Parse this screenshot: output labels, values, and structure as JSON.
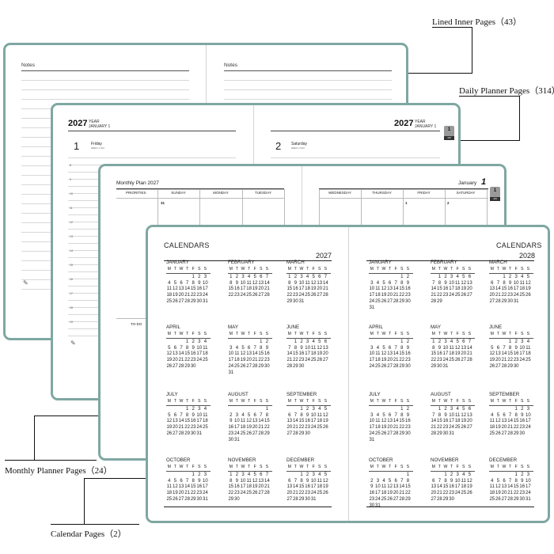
{
  "callouts": {
    "lined_inner": "Lined Inner Pages（43）",
    "daily_planner": "Daily Planner Pages（314）",
    "monthly_planner": "Monthly Planner Pages（24）",
    "calendar": "Calendar Pages（2）"
  },
  "notes_book": {
    "left_title": "Notes",
    "right_title": "Notes"
  },
  "daily_book": {
    "left": {
      "year": "2027",
      "year_word": "YEAR",
      "month_day": "JANUARY  1",
      "day_num": "1",
      "day_name": "Friday",
      "day_sub": "WEEK 1   1 DAY"
    },
    "right": {
      "year": "2027",
      "year_word": "YEAR",
      "month_day": "JANUARY  1",
      "day_num": "2",
      "day_name": "Saturday",
      "day_sub": "WEEK 1   2 DAY"
    },
    "hours": [
      "8",
      "9",
      "10",
      "11",
      "12",
      "13",
      "14",
      "15",
      "16",
      "17",
      "18",
      "19",
      "20"
    ],
    "tab": {
      "num": "1",
      "mon": "JAN"
    }
  },
  "monthly_book": {
    "title": "Monthly Plan 2027",
    "month": "January",
    "month_num": "1",
    "priorities": "PRIORITIES",
    "todo": "TO-DO",
    "left_days": [
      "SUNDAY",
      "MONDAY",
      "TUESDAY"
    ],
    "right_days": [
      "WEDNESDAY",
      "THURSDAY",
      "FRIDAY",
      "SATURDAY"
    ],
    "first_num": "31",
    "right_nums": [
      "",
      "",
      "1",
      "2"
    ],
    "tab": {
      "num": "1",
      "mon": "JAN"
    }
  },
  "calendar_book": {
    "dow": [
      "M",
      "T",
      "W",
      "T",
      "F",
      "S",
      "S"
    ],
    "left": {
      "title": "CALENDARS",
      "year": "2027",
      "months": [
        {
          "name": "JANUARY",
          "days": [
            "",
            "",
            "",
            "",
            "1",
            "2",
            "3",
            "4",
            "5",
            "6",
            "7",
            "8",
            "9",
            "10",
            "11",
            "12",
            "13",
            "14",
            "15",
            "16",
            "17",
            "18",
            "19",
            "20",
            "21",
            "22",
            "23",
            "24",
            "25",
            "26",
            "27",
            "28",
            "29",
            "30",
            "31"
          ]
        },
        {
          "name": "FEBRUARY",
          "days": [
            "1",
            "2",
            "3",
            "4",
            "5",
            "6",
            "7",
            "8",
            "9",
            "10",
            "11",
            "12",
            "13",
            "14",
            "15",
            "16",
            "17",
            "18",
            "19",
            "20",
            "21",
            "22",
            "23",
            "24",
            "25",
            "26",
            "27",
            "28"
          ]
        },
        {
          "name": "MARCH",
          "days": [
            "1",
            "2",
            "3",
            "4",
            "5",
            "6",
            "7",
            "8",
            "9",
            "10",
            "11",
            "12",
            "13",
            "14",
            "15",
            "16",
            "17",
            "18",
            "19",
            "20",
            "21",
            "22",
            "23",
            "24",
            "25",
            "26",
            "27",
            "28",
            "29",
            "30",
            "31"
          ]
        },
        {
          "name": "APRIL",
          "days": [
            "",
            "",
            "",
            "1",
            "2",
            "3",
            "4",
            "5",
            "6",
            "7",
            "8",
            "9",
            "10",
            "11",
            "12",
            "13",
            "14",
            "15",
            "16",
            "17",
            "18",
            "19",
            "20",
            "21",
            "22",
            "23",
            "24",
            "25",
            "26",
            "27",
            "28",
            "29",
            "30"
          ]
        },
        {
          "name": "MAY",
          "days": [
            "",
            "",
            "",
            "",
            "",
            "1",
            "2",
            "3",
            "4",
            "5",
            "6",
            "7",
            "8",
            "9",
            "10",
            "11",
            "12",
            "13",
            "14",
            "15",
            "16",
            "17",
            "18",
            "19",
            "20",
            "21",
            "22",
            "23",
            "24",
            "25",
            "26",
            "27",
            "28",
            "29",
            "30",
            "31"
          ]
        },
        {
          "name": "JUNE",
          "days": [
            "",
            "1",
            "2",
            "3",
            "4",
            "5",
            "6",
            "7",
            "8",
            "9",
            "10",
            "11",
            "12",
            "13",
            "14",
            "15",
            "16",
            "17",
            "18",
            "19",
            "20",
            "21",
            "22",
            "23",
            "24",
            "25",
            "26",
            "27",
            "28",
            "29",
            "30"
          ]
        },
        {
          "name": "JULY",
          "days": [
            "",
            "",
            "",
            "1",
            "2",
            "3",
            "4",
            "5",
            "6",
            "7",
            "8",
            "9",
            "10",
            "11",
            "12",
            "13",
            "14",
            "15",
            "16",
            "17",
            "18",
            "19",
            "20",
            "21",
            "22",
            "23",
            "24",
            "25",
            "26",
            "27",
            "28",
            "29",
            "30",
            "31"
          ]
        },
        {
          "name": "AUGUST",
          "days": [
            "",
            "",
            "",
            "",
            "",
            "",
            "1",
            "2",
            "3",
            "4",
            "5",
            "6",
            "7",
            "8",
            "9",
            "10",
            "11",
            "12",
            "13",
            "14",
            "15",
            "16",
            "17",
            "18",
            "19",
            "20",
            "21",
            "22",
            "23",
            "24",
            "25",
            "26",
            "27",
            "28",
            "29",
            "30",
            "31"
          ]
        },
        {
          "name": "SEPTEMBER",
          "days": [
            "",
            "",
            "1",
            "2",
            "3",
            "4",
            "5",
            "6",
            "7",
            "8",
            "9",
            "10",
            "11",
            "12",
            "13",
            "14",
            "15",
            "16",
            "17",
            "18",
            "19",
            "20",
            "21",
            "22",
            "23",
            "24",
            "25",
            "26",
            "27",
            "28",
            "29",
            "30"
          ]
        },
        {
          "name": "OCTOBER",
          "days": [
            "",
            "",
            "",
            "",
            "1",
            "2",
            "3",
            "4",
            "5",
            "6",
            "7",
            "8",
            "9",
            "10",
            "11",
            "12",
            "13",
            "14",
            "15",
            "16",
            "17",
            "18",
            "19",
            "20",
            "21",
            "22",
            "23",
            "24",
            "25",
            "26",
            "27",
            "28",
            "29",
            "30",
            "31"
          ]
        },
        {
          "name": "NOVEMBER",
          "days": [
            "1",
            "2",
            "3",
            "4",
            "5",
            "6",
            "7",
            "8",
            "9",
            "10",
            "11",
            "12",
            "13",
            "14",
            "15",
            "16",
            "17",
            "18",
            "19",
            "20",
            "21",
            "22",
            "23",
            "24",
            "25",
            "26",
            "27",
            "28",
            "29",
            "30"
          ]
        },
        {
          "name": "DECEMBER",
          "days": [
            "",
            "",
            "1",
            "2",
            "3",
            "4",
            "5",
            "6",
            "7",
            "8",
            "9",
            "10",
            "11",
            "12",
            "13",
            "14",
            "15",
            "16",
            "17",
            "18",
            "19",
            "20",
            "21",
            "22",
            "23",
            "24",
            "25",
            "26",
            "27",
            "28",
            "29",
            "30",
            "31"
          ]
        }
      ]
    },
    "right": {
      "title": "CALENDARS",
      "year": "2028",
      "months": [
        {
          "name": "JANUARY",
          "days": [
            "",
            "",
            "",
            "",
            "",
            "1",
            "2",
            "3",
            "4",
            "5",
            "6",
            "7",
            "8",
            "9",
            "10",
            "11",
            "12",
            "13",
            "14",
            "15",
            "16",
            "17",
            "18",
            "19",
            "20",
            "21",
            "22",
            "23",
            "24",
            "25",
            "26",
            "27",
            "28",
            "29",
            "30",
            "31"
          ]
        },
        {
          "name": "FEBRUARY",
          "days": [
            "",
            "1",
            "2",
            "3",
            "4",
            "5",
            "6",
            "7",
            "8",
            "9",
            "10",
            "11",
            "12",
            "13",
            "14",
            "15",
            "16",
            "17",
            "18",
            "19",
            "20",
            "21",
            "22",
            "23",
            "24",
            "25",
            "26",
            "27",
            "28",
            "29"
          ]
        },
        {
          "name": "MARCH",
          "days": [
            "",
            "",
            "1",
            "2",
            "3",
            "4",
            "5",
            "6",
            "7",
            "8",
            "9",
            "10",
            "11",
            "12",
            "13",
            "14",
            "15",
            "16",
            "17",
            "18",
            "19",
            "20",
            "21",
            "22",
            "23",
            "24",
            "25",
            "26",
            "27",
            "28",
            "29",
            "30",
            "31"
          ]
        },
        {
          "name": "APRIL",
          "days": [
            "",
            "",
            "",
            "",
            "",
            "1",
            "2",
            "3",
            "4",
            "5",
            "6",
            "7",
            "8",
            "9",
            "10",
            "11",
            "12",
            "13",
            "14",
            "15",
            "16",
            "17",
            "18",
            "19",
            "20",
            "21",
            "22",
            "23",
            "24",
            "25",
            "26",
            "27",
            "28",
            "29",
            "30"
          ]
        },
        {
          "name": "MAY",
          "days": [
            "1",
            "2",
            "3",
            "4",
            "5",
            "6",
            "7",
            "8",
            "9",
            "10",
            "11",
            "12",
            "13",
            "14",
            "15",
            "16",
            "17",
            "18",
            "19",
            "20",
            "21",
            "22",
            "23",
            "24",
            "25",
            "26",
            "27",
            "28",
            "29",
            "30",
            "31"
          ]
        },
        {
          "name": "JUNE",
          "days": [
            "",
            "",
            "",
            "1",
            "2",
            "3",
            "4",
            "5",
            "6",
            "7",
            "8",
            "9",
            "10",
            "11",
            "12",
            "13",
            "14",
            "15",
            "16",
            "17",
            "18",
            "19",
            "20",
            "21",
            "22",
            "23",
            "24",
            "25",
            "26",
            "27",
            "28",
            "29",
            "30"
          ]
        },
        {
          "name": "JULY",
          "days": [
            "",
            "",
            "",
            "",
            "",
            "1",
            "2",
            "3",
            "4",
            "5",
            "6",
            "7",
            "8",
            "9",
            "10",
            "11",
            "12",
            "13",
            "14",
            "15",
            "16",
            "17",
            "18",
            "19",
            "20",
            "21",
            "22",
            "23",
            "24",
            "25",
            "26",
            "27",
            "28",
            "29",
            "30",
            "31"
          ]
        },
        {
          "name": "AUGUST",
          "days": [
            "",
            "1",
            "2",
            "3",
            "4",
            "5",
            "6",
            "7",
            "8",
            "9",
            "10",
            "11",
            "12",
            "13",
            "14",
            "15",
            "16",
            "17",
            "18",
            "19",
            "20",
            "21",
            "22",
            "23",
            "24",
            "25",
            "26",
            "27",
            "28",
            "29",
            "30",
            "31"
          ]
        },
        {
          "name": "SEPTEMBER",
          "days": [
            "",
            "",
            "",
            "",
            "1",
            "2",
            "3",
            "4",
            "5",
            "6",
            "7",
            "8",
            "9",
            "10",
            "11",
            "12",
            "13",
            "14",
            "15",
            "16",
            "17",
            "18",
            "19",
            "20",
            "21",
            "22",
            "23",
            "24",
            "25",
            "26",
            "27",
            "28",
            "29",
            "30"
          ]
        },
        {
          "name": "OCTOBER",
          "days": [
            "",
            "",
            "",
            "",
            "",
            "",
            "1",
            "2",
            "3",
            "4",
            "5",
            "6",
            "7",
            "8",
            "9",
            "10",
            "11",
            "12",
            "13",
            "14",
            "15",
            "16",
            "17",
            "18",
            "19",
            "20",
            "21",
            "22",
            "23",
            "24",
            "25",
            "26",
            "27",
            "28",
            "29",
            "30",
            "31"
          ]
        },
        {
          "name": "NOVEMBER",
          "days": [
            "",
            "",
            "1",
            "2",
            "3",
            "4",
            "5",
            "6",
            "7",
            "8",
            "9",
            "10",
            "11",
            "12",
            "13",
            "14",
            "15",
            "16",
            "17",
            "18",
            "19",
            "20",
            "21",
            "22",
            "23",
            "24",
            "25",
            "26",
            "27",
            "28",
            "29",
            "30"
          ]
        },
        {
          "name": "DECEMBER",
          "days": [
            "",
            "",
            "",
            "",
            "1",
            "2",
            "3",
            "4",
            "5",
            "6",
            "7",
            "8",
            "9",
            "10",
            "11",
            "12",
            "13",
            "14",
            "15",
            "16",
            "17",
            "18",
            "19",
            "20",
            "21",
            "22",
            "23",
            "24",
            "25",
            "26",
            "27",
            "28",
            "29",
            "30",
            "31"
          ]
        }
      ]
    }
  },
  "colors": {
    "cover_edge": "#7fa7a2",
    "tab": "#9a9a9a"
  }
}
